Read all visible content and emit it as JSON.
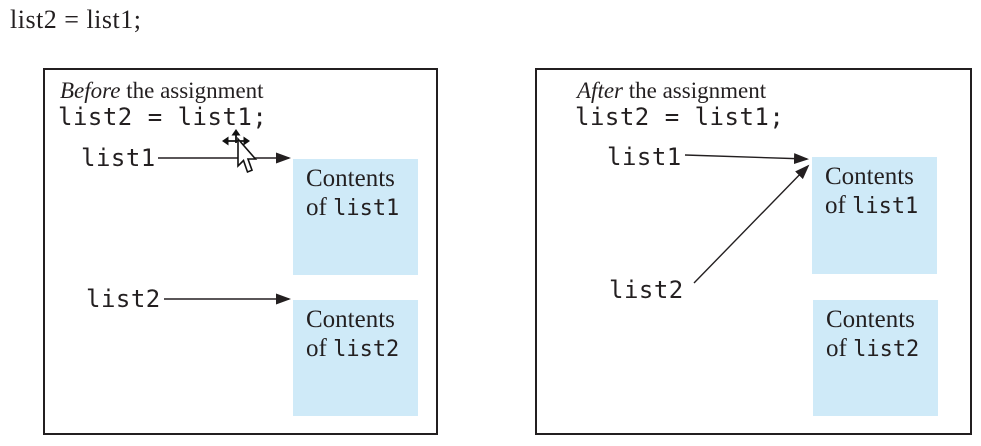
{
  "title_code": "list2 = list1;",
  "colors": {
    "ink": "#231f20",
    "box_fill": "#cfeaf8"
  },
  "icons": {
    "cursor": "move-cursor",
    "arrows": "reference-arrow"
  },
  "panels": [
    {
      "id": "before",
      "heading_italic": "Before",
      "heading_rest": " the assignment",
      "code": "list2 = list1;",
      "ref1_label": "list1",
      "ref2_label": "list2",
      "box1": {
        "line1": "Contents",
        "line2_prefix": "of ",
        "line2_code": "list1"
      },
      "box2": {
        "line1": "Contents",
        "line2_prefix": "of ",
        "line2_code": "list2"
      }
    },
    {
      "id": "after",
      "heading_italic": "After",
      "heading_rest": " the assignment",
      "code": "list2 = list1;",
      "ref1_label": "list1",
      "ref2_label": "list2",
      "box1": {
        "line1": "Contents",
        "line2_prefix": "of ",
        "line2_code": "list1"
      },
      "box2": {
        "line1": "Contents",
        "line2_prefix": "of ",
        "line2_code": "list2"
      }
    }
  ]
}
